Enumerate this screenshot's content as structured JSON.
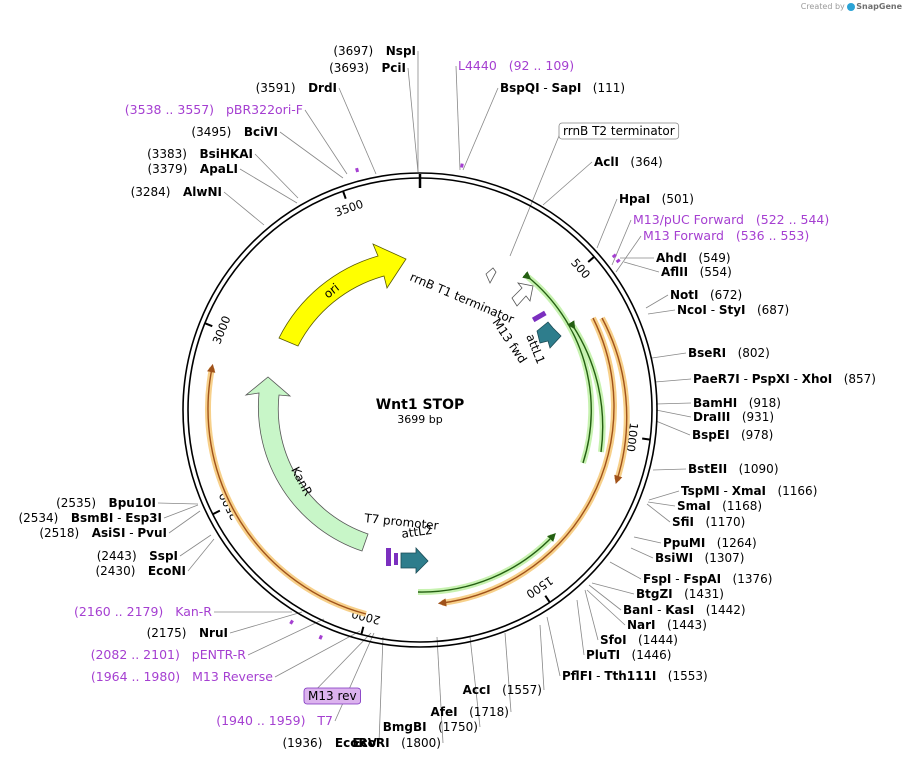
{
  "credit": {
    "prefix": "Created by",
    "brand": "SnapGene"
  },
  "map": {
    "name": "Wnt1 STOP",
    "length_label": "3699 bp",
    "length": 3699,
    "ticks": [
      {
        "pos": 500,
        "label": "500"
      },
      {
        "pos": 1000,
        "label": "1000"
      },
      {
        "pos": 1500,
        "label": "1500"
      },
      {
        "pos": 2000,
        "label": "2000"
      },
      {
        "pos": 2500,
        "label": "2500"
      },
      {
        "pos": 3000,
        "label": "3000"
      },
      {
        "pos": 3500,
        "label": "3500"
      }
    ]
  },
  "colors": {
    "backbone": "#000000",
    "primer": "#a53fd1",
    "ori": "#ffff00",
    "kanR": "#c8f6c8",
    "attL": "#2e7d8c",
    "terminator": "#ffffff",
    "orange_arc": "#e08a1f",
    "green_arc": "#3a9a1f",
    "promoter": "#7b2fbf"
  },
  "sites": [
    {
      "side": "L",
      "parts": [
        {
          "t": "(3697)",
          "k": "pos"
        },
        {
          "t": "NspI",
          "k": "name"
        }
      ]
    },
    {
      "side": "L",
      "parts": [
        {
          "t": "(3693)",
          "k": "pos"
        },
        {
          "t": "PciI",
          "k": "name"
        }
      ]
    },
    {
      "side": "L",
      "parts": [
        {
          "t": "(3591)",
          "k": "pos"
        },
        {
          "t": "DrdI",
          "k": "name"
        }
      ]
    },
    {
      "side": "L",
      "parts": [
        {
          "t": "(3538 .. 3557)",
          "k": "primer"
        },
        {
          "t": "pBR322ori-F",
          "k": "primer"
        }
      ]
    },
    {
      "side": "L",
      "parts": [
        {
          "t": "(3495)",
          "k": "pos"
        },
        {
          "t": "BciVI",
          "k": "name"
        }
      ]
    },
    {
      "side": "L",
      "parts": [
        {
          "t": "(3383)",
          "k": "pos"
        },
        {
          "t": "BsiHKAI",
          "k": "name"
        }
      ]
    },
    {
      "side": "L",
      "parts": [
        {
          "t": "(3379)",
          "k": "pos"
        },
        {
          "t": "ApaLI",
          "k": "name"
        }
      ]
    },
    {
      "side": "L",
      "parts": [
        {
          "t": "(3284)",
          "k": "pos"
        },
        {
          "t": "AlwNI",
          "k": "name"
        }
      ]
    },
    {
      "side": "L",
      "parts": [
        {
          "t": "(2535)",
          "k": "pos"
        },
        {
          "t": "Bpu10I",
          "k": "name"
        }
      ]
    },
    {
      "side": "L",
      "parts": [
        {
          "t": "(2534)",
          "k": "pos"
        },
        {
          "t": "BsmBI",
          "k": "name"
        },
        {
          "t": " - ",
          "k": "pos"
        },
        {
          "t": "Esp3I",
          "k": "name"
        }
      ]
    },
    {
      "side": "L",
      "parts": [
        {
          "t": "(2518)",
          "k": "pos"
        },
        {
          "t": "AsiSI",
          "k": "name"
        },
        {
          "t": " - ",
          "k": "pos"
        },
        {
          "t": "PvuI",
          "k": "name"
        }
      ]
    },
    {
      "side": "L",
      "parts": [
        {
          "t": "(2443)",
          "k": "pos"
        },
        {
          "t": "SspI",
          "k": "name"
        }
      ]
    },
    {
      "side": "L",
      "parts": [
        {
          "t": "(2430)",
          "k": "pos"
        },
        {
          "t": "EcoNI",
          "k": "name"
        }
      ]
    },
    {
      "side": "L",
      "parts": [
        {
          "t": "(2160 .. 2179)",
          "k": "primer"
        },
        {
          "t": "Kan-R",
          "k": "primer"
        }
      ]
    },
    {
      "side": "L",
      "parts": [
        {
          "t": "(2175)",
          "k": "pos"
        },
        {
          "t": "NruI",
          "k": "name"
        }
      ]
    },
    {
      "side": "L",
      "parts": [
        {
          "t": "(2082 .. 2101)",
          "k": "primer"
        },
        {
          "t": "pENTR-R",
          "k": "primer"
        }
      ]
    },
    {
      "side": "L",
      "parts": [
        {
          "t": "(1964 .. 1980)",
          "k": "primer"
        },
        {
          "t": "M13 Reverse",
          "k": "primer"
        }
      ]
    },
    {
      "side": "L",
      "parts": [
        {
          "t": "M13 rev",
          "k": "boxprimer"
        }
      ]
    },
    {
      "side": "L",
      "parts": [
        {
          "t": "(1940 .. 1959)",
          "k": "primer"
        },
        {
          "t": "T7",
          "k": "primer"
        }
      ]
    },
    {
      "side": "L",
      "parts": [
        {
          "t": "(1936)",
          "k": "pos"
        },
        {
          "t": "EcoRV",
          "k": "name"
        }
      ]
    },
    {
      "side": "L",
      "parts": [
        {
          "t": "EcoRI",
          "k": "name"
        },
        {
          "t": "(1800)",
          "k": "pos"
        }
      ]
    },
    {
      "side": "L",
      "parts": [
        {
          "t": "BmgBI",
          "k": "name"
        },
        {
          "t": "(1750)",
          "k": "pos"
        }
      ]
    },
    {
      "side": "L",
      "parts": [
        {
          "t": "AfeI",
          "k": "name"
        },
        {
          "t": "(1718)",
          "k": "pos"
        }
      ]
    },
    {
      "side": "L",
      "parts": [
        {
          "t": "AccI",
          "k": "name"
        },
        {
          "t": "(1557)",
          "k": "pos"
        }
      ]
    },
    {
      "side": "R",
      "parts": [
        {
          "t": "L4440",
          "k": "primer"
        },
        {
          "t": "(92 .. 109)",
          "k": "primer"
        }
      ]
    },
    {
      "side": "R",
      "parts": [
        {
          "t": "BspQI",
          "k": "name"
        },
        {
          "t": " - ",
          "k": "pos"
        },
        {
          "t": "SapI",
          "k": "name"
        },
        {
          "t": "(111)",
          "k": "pos"
        }
      ]
    },
    {
      "side": "R",
      "parts": [
        {
          "t": "rrnB T2 terminator",
          "k": "boxfeature"
        }
      ]
    },
    {
      "side": "R",
      "parts": [
        {
          "t": "AclI",
          "k": "name"
        },
        {
          "t": "(364)",
          "k": "pos"
        }
      ]
    },
    {
      "side": "R",
      "parts": [
        {
          "t": "HpaI",
          "k": "name"
        },
        {
          "t": "(501)",
          "k": "pos"
        }
      ]
    },
    {
      "side": "R",
      "parts": [
        {
          "t": "M13/pUC Forward",
          "k": "primer"
        },
        {
          "t": "(522 .. 544)",
          "k": "primer"
        }
      ]
    },
    {
      "side": "R",
      "parts": [
        {
          "t": "M13 Forward",
          "k": "primer"
        },
        {
          "t": "(536 .. 553)",
          "k": "primer"
        }
      ]
    },
    {
      "side": "R",
      "parts": [
        {
          "t": "AhdI",
          "k": "name"
        },
        {
          "t": "(549)",
          "k": "pos"
        }
      ]
    },
    {
      "side": "R",
      "parts": [
        {
          "t": "AflII",
          "k": "name"
        },
        {
          "t": "(554)",
          "k": "pos"
        }
      ]
    },
    {
      "side": "R",
      "parts": [
        {
          "t": "NotI",
          "k": "name"
        },
        {
          "t": "(672)",
          "k": "pos"
        }
      ]
    },
    {
      "side": "R",
      "parts": [
        {
          "t": "NcoI",
          "k": "name"
        },
        {
          "t": " - ",
          "k": "pos"
        },
        {
          "t": "StyI",
          "k": "name"
        },
        {
          "t": "(687)",
          "k": "pos"
        }
      ]
    },
    {
      "side": "R",
      "parts": [
        {
          "t": "BseRI",
          "k": "name"
        },
        {
          "t": "(802)",
          "k": "pos"
        }
      ]
    },
    {
      "side": "R",
      "parts": [
        {
          "t": "PaeR7I",
          "k": "name"
        },
        {
          "t": " - ",
          "k": "pos"
        },
        {
          "t": "PspXI",
          "k": "name"
        },
        {
          "t": " - ",
          "k": "pos"
        },
        {
          "t": "XhoI",
          "k": "name"
        },
        {
          "t": "(857)",
          "k": "pos"
        }
      ]
    },
    {
      "side": "R",
      "parts": [
        {
          "t": "BamHI",
          "k": "name"
        },
        {
          "t": "(918)",
          "k": "pos"
        }
      ]
    },
    {
      "side": "R",
      "parts": [
        {
          "t": "DraIII",
          "k": "name"
        },
        {
          "t": "(931)",
          "k": "pos"
        }
      ]
    },
    {
      "side": "R",
      "parts": [
        {
          "t": "BspEI",
          "k": "name"
        },
        {
          "t": "(978)",
          "k": "pos"
        }
      ]
    },
    {
      "side": "R",
      "parts": [
        {
          "t": "BstEII",
          "k": "name"
        },
        {
          "t": "(1090)",
          "k": "pos"
        }
      ]
    },
    {
      "side": "R",
      "parts": [
        {
          "t": "TspMI",
          "k": "name"
        },
        {
          "t": " - ",
          "k": "pos"
        },
        {
          "t": "XmaI",
          "k": "name"
        },
        {
          "t": "(1166)",
          "k": "pos"
        }
      ]
    },
    {
      "side": "R",
      "parts": [
        {
          "t": "SmaI",
          "k": "name"
        },
        {
          "t": "(1168)",
          "k": "pos"
        }
      ]
    },
    {
      "side": "R",
      "parts": [
        {
          "t": "SfiI",
          "k": "name"
        },
        {
          "t": "(1170)",
          "k": "pos"
        }
      ]
    },
    {
      "side": "R",
      "parts": [
        {
          "t": "PpuMI",
          "k": "name"
        },
        {
          "t": "(1264)",
          "k": "pos"
        }
      ]
    },
    {
      "side": "R",
      "parts": [
        {
          "t": "BsiWI",
          "k": "name"
        },
        {
          "t": "(1307)",
          "k": "pos"
        }
      ]
    },
    {
      "side": "R",
      "parts": [
        {
          "t": "FspI",
          "k": "name"
        },
        {
          "t": " - ",
          "k": "pos"
        },
        {
          "t": "FspAI",
          "k": "name"
        },
        {
          "t": "(1376)",
          "k": "pos"
        }
      ]
    },
    {
      "side": "R",
      "parts": [
        {
          "t": "BtgZI",
          "k": "name"
        },
        {
          "t": "(1431)",
          "k": "pos"
        }
      ]
    },
    {
      "side": "R",
      "parts": [
        {
          "t": "BanI",
          "k": "name"
        },
        {
          "t": " - ",
          "k": "pos"
        },
        {
          "t": "KasI",
          "k": "name"
        },
        {
          "t": "(1442)",
          "k": "pos"
        }
      ]
    },
    {
      "side": "R",
      "parts": [
        {
          "t": "NarI",
          "k": "name"
        },
        {
          "t": "(1443)",
          "k": "pos"
        }
      ]
    },
    {
      "side": "R",
      "parts": [
        {
          "t": "SfoI",
          "k": "name"
        },
        {
          "t": "(1444)",
          "k": "pos"
        }
      ]
    },
    {
      "side": "R",
      "parts": [
        {
          "t": "PluTI",
          "k": "name"
        },
        {
          "t": "(1446)",
          "k": "pos"
        }
      ]
    },
    {
      "side": "R",
      "parts": [
        {
          "t": "PflFI",
          "k": "name"
        },
        {
          "t": " - ",
          "k": "pos"
        },
        {
          "t": "Tth111I",
          "k": "name"
        },
        {
          "t": "(1553)",
          "k": "pos"
        }
      ]
    }
  ],
  "features": [
    {
      "label": "ori",
      "kind": "ori"
    },
    {
      "label": "KanR",
      "kind": "kanR"
    },
    {
      "label": "rrnB T1 terminator",
      "kind": "terminator"
    },
    {
      "label": "M13 fwd",
      "kind": "primer_site"
    },
    {
      "label": "attL1",
      "kind": "attL"
    },
    {
      "label": "T7 promoter",
      "kind": "promoter"
    },
    {
      "label": "attL2",
      "kind": "attL"
    }
  ]
}
